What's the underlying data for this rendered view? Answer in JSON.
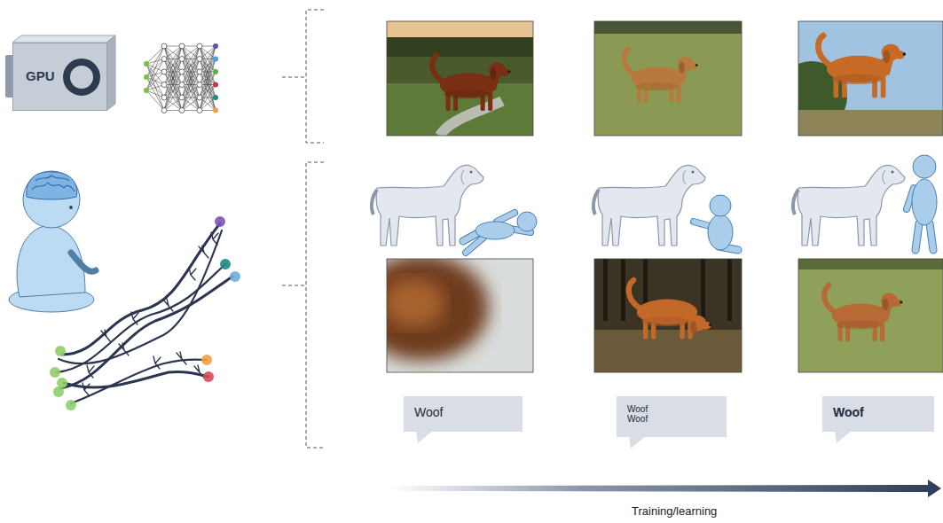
{
  "diagram": {
    "nodes": [
      {
        "text": [
          "GPU"
        ]
      },
      {
        "text": [
          "Woof"
        ]
      },
      {
        "text": [
          "Woof Woof"
        ]
      },
      {
        "text": [
          "Woof"
        ]
      }
    ],
    "labels": [
      "Training/learning"
    ]
  }
}
